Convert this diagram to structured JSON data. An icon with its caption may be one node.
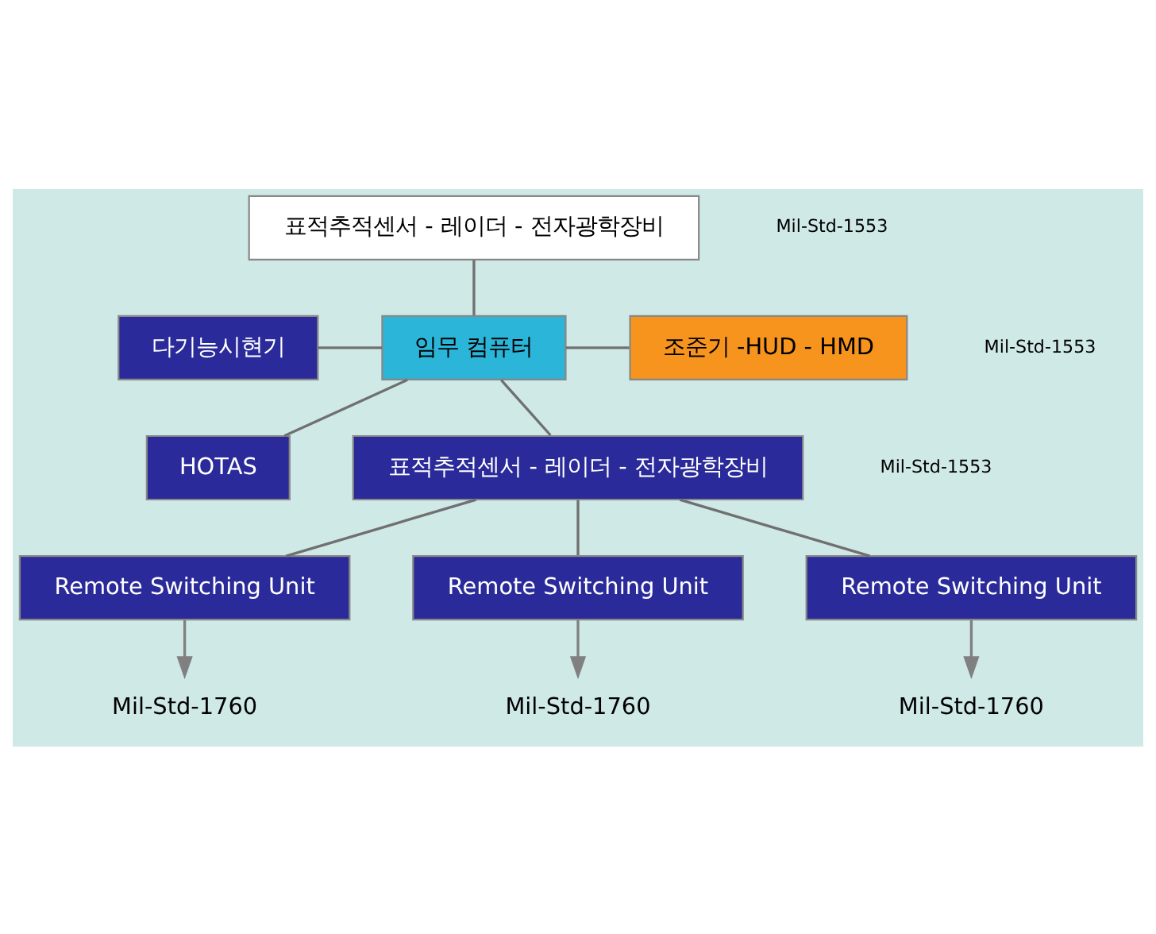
{
  "diagram": {
    "nodes": [
      {
        "text": [
          "표적추적센서 - 레이더 - 전자광학장비"
        ]
      },
      {
        "text": [
          "다기능시현기"
        ]
      },
      {
        "text": [
          "임무 컴퓨터"
        ]
      },
      {
        "text": [
          "조준기 -HUD - HMD"
        ]
      },
      {
        "text": [
          "HOTAS"
        ]
      },
      {
        "text": [
          "표적추적센서 - 레이더 - 전자광학장비"
        ]
      },
      {
        "text": [
          "Remote Switching Unit"
        ]
      },
      {
        "text": [
          "Remote Switching Unit"
        ]
      },
      {
        "text": [
          "Remote Switching Unit"
        ]
      },
      {
        "text": [
          "Mil-Std-1760"
        ]
      },
      {
        "text": [
          "Mil-Std-1760"
        ]
      },
      {
        "text": [
          "Mil-Std-1760"
        ]
      }
    ],
    "edges": [
      {
        "from": 0,
        "to": 2,
        "arrow": "none"
      },
      {
        "from": 1,
        "to": 2,
        "arrow": "none"
      },
      {
        "from": 4,
        "to": 2,
        "arrow": "none"
      },
      {
        "from": 2,
        "to": 3,
        "arrow": "none"
      },
      {
        "from": 2,
        "to": 5,
        "arrow": "none"
      },
      {
        "from": 5,
        "to": 6,
        "arrow": "none"
      },
      {
        "from": 5,
        "to": 7,
        "arrow": "none"
      },
      {
        "from": 5,
        "to": 8,
        "arrow": "none"
      },
      {
        "from": 6,
        "to": 9,
        "arrow": "to",
        "color": "#808080"
      },
      {
        "from": 7,
        "to": 10,
        "arrow": "to",
        "color": "#808080"
      },
      {
        "from": 8,
        "to": 11,
        "arrow": "to",
        "color": "#808080"
      }
    ],
    "labels": [
      "Mil-Std-1553",
      "Mil-Std-1553",
      "Mil-Std-1553"
    ]
  }
}
